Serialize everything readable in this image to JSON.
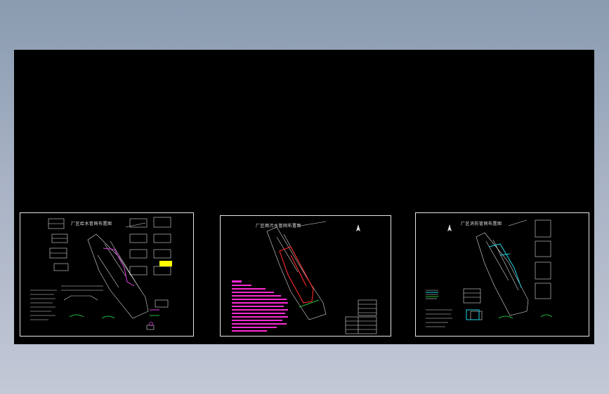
{
  "sheets": [
    {
      "title": "厂区给水管网布置图",
      "accent": "#e040e0"
    },
    {
      "title": "厂区雨污水管网布置图",
      "accent": "#ff2a2a"
    },
    {
      "title": "厂区消防管网布置图",
      "accent": "#18d6e6"
    }
  ],
  "colors": {
    "canvas": "#000000",
    "linework": "#e6e6e6",
    "notes_magenta": "#ff2ad4",
    "highlight_yellow": "#ffff00",
    "green": "#20c040"
  },
  "icons": [
    "north-arrow-icon"
  ]
}
